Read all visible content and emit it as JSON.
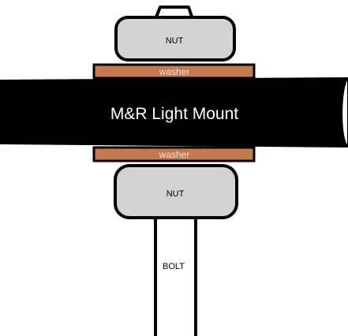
{
  "labels": {
    "top_nut": "NUT",
    "top_washer": "washer",
    "mount": "M&R Light Mount",
    "bottom_washer": "washer",
    "bottom_nut": "NUT",
    "bolt": "BOLT"
  },
  "colors": {
    "background": "#ffffff",
    "outline": "#000000",
    "nut_fill": "#d3d3d3",
    "washer_fill": "#c27a4e",
    "mount_fill": "#000000",
    "washer_text": "#f2e1d6",
    "mount_text": "#ffffff",
    "part_text": "#000000"
  }
}
